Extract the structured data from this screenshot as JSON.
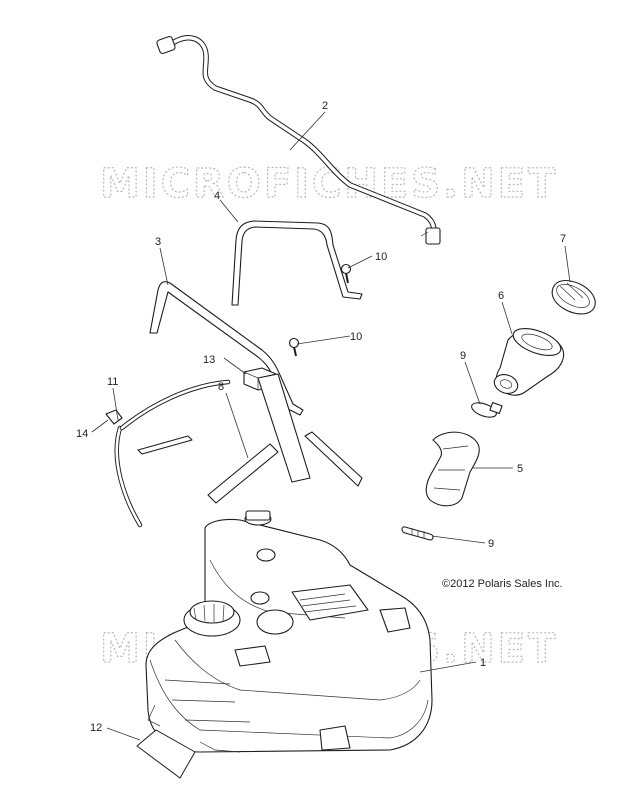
{
  "watermark": {
    "upper": "MICROFICHES.NET",
    "lower": "MICROFICHES.NET"
  },
  "copyright": "©2012 Polaris Sales Inc.",
  "callouts": [
    {
      "id": "c1",
      "label": "1"
    },
    {
      "id": "c2",
      "label": "2"
    },
    {
      "id": "c3",
      "label": "3"
    },
    {
      "id": "c4",
      "label": "4"
    },
    {
      "id": "c5",
      "label": "5"
    },
    {
      "id": "c6",
      "label": "6"
    },
    {
      "id": "c7",
      "label": "7"
    },
    {
      "id": "c8",
      "label": "8"
    },
    {
      "id": "c9a",
      "label": "9"
    },
    {
      "id": "c9b",
      "label": "9"
    },
    {
      "id": "c10a",
      "label": "10"
    },
    {
      "id": "c10b",
      "label": "10"
    },
    {
      "id": "c11",
      "label": "11"
    },
    {
      "id": "c12",
      "label": "12"
    },
    {
      "id": "c13",
      "label": "13"
    },
    {
      "id": "c14",
      "label": "14"
    }
  ],
  "icons": {
    "tank": "fuel-tank-icon",
    "hose": "vent-hose-icon",
    "strap": "tank-strap-icon",
    "bolt": "bolt-icon",
    "cap": "fuel-cap-icon",
    "neck": "filler-neck-icon",
    "clamp": "hose-clamp-icon"
  }
}
